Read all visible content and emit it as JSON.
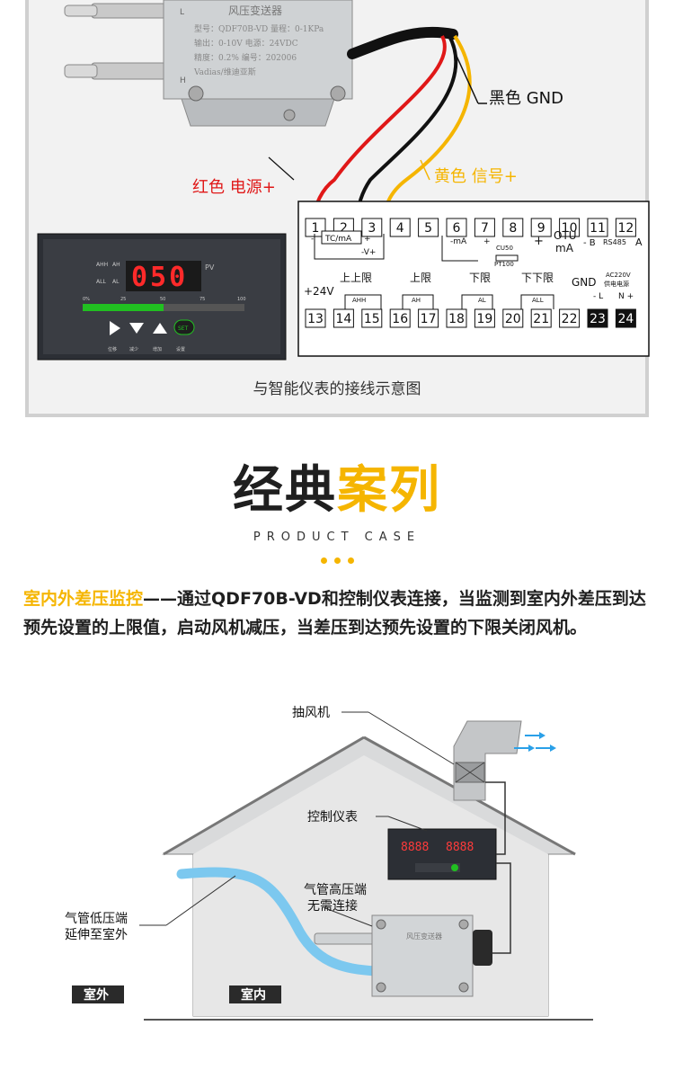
{
  "transmitter": {
    "name": "风压变送器",
    "model_line": "型号：QDF70B-VD  量程：0-1KPa",
    "output_line": "输出：0-10V    电源：24VDC",
    "accuracy_line": "精度：0.2%     编号：202006",
    "brand_line": "Vadias/维迪亚斯",
    "port_l": "L",
    "port_h": "H"
  },
  "wires": {
    "black": "黑色 GND",
    "red": "红色 电源+",
    "yellow": "黄色 信号+"
  },
  "meter": {
    "display": "050",
    "pv": "PV",
    "leds": [
      "AHH",
      "AH",
      "ALL",
      "AL"
    ],
    "scale": [
      "0%",
      "25",
      "50",
      "75",
      "100"
    ],
    "bar_fraction": 0.5,
    "set_label": "SET",
    "buttons": [
      "位移",
      "减少",
      "增加",
      "设置"
    ]
  },
  "terminals": {
    "top": [
      "1",
      "2",
      "3",
      "4",
      "5",
      "6",
      "7",
      "8",
      "9",
      "10",
      "11",
      "12"
    ],
    "bottom": [
      "13",
      "14",
      "15",
      "16",
      "17",
      "18",
      "19",
      "20",
      "21",
      "22",
      "23",
      "24"
    ],
    "labels": {
      "tc": "TC/mA",
      "minus": "-",
      "plus": "+",
      "vplus": "-V+",
      "ma_neg": "-mA",
      "plus2": "+",
      "cu50": "CU50",
      "pt100": "PT100",
      "plus3": "+",
      "otu": "OTU",
      "ma": "mA",
      "minus_b": "- B",
      "rs485": "RS485",
      "a": "A",
      "v24": "+24V",
      "upper_upper": "上上限",
      "ahh": "AHH",
      "upper": "上限",
      "ah": "AH",
      "lower": "下限",
      "al": "AL",
      "lower_lower": "下下限",
      "all": "ALL",
      "gnd": "GND",
      "ac220": "AC220V",
      "power": "供电电源",
      "l": "- L",
      "n": "N +"
    }
  },
  "wiring_caption": "与智能仪表的接线示意图",
  "case": {
    "title_dark": "经典",
    "title_accent": "案列",
    "subtitle": "PRODUCT CASE",
    "desc_highlight": "室内外差压监控",
    "desc_rest": "——通过QDF70B-VD和控制仪表连接，当监测到室内外差压到达预先设置的上限值，启动风机减压，当差压到达预先设置的下限关闭风机。"
  },
  "house": {
    "fan_label": "抽风机",
    "controller_label": "控制仪表",
    "high_port_line1": "气管高压端",
    "high_port_line2": "无需连接",
    "low_port_line1": "气管低压端",
    "low_port_line2": "延伸至室外",
    "outdoor": "室外",
    "indoor": "室内",
    "ctrl_display1": "8888",
    "ctrl_display2": "8888"
  },
  "colors": {
    "accent": "#f5b500",
    "wire_red": "#e01818",
    "wire_yellow": "#f5b500",
    "wire_black": "#111111",
    "led_red": "#ff2a2a",
    "bar_green": "#21c021",
    "tube_blue": "#7cc8ef",
    "arrow_blue": "#2aa0e8"
  }
}
